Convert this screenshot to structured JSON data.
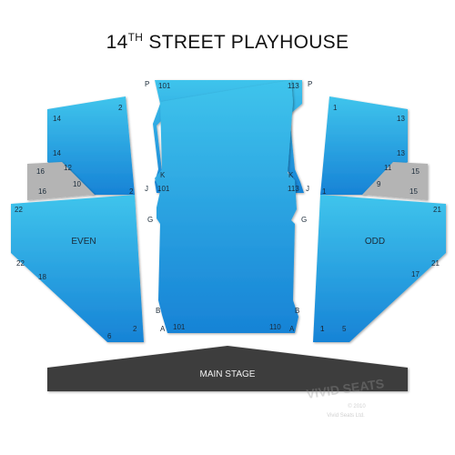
{
  "title": {
    "prefix": "14",
    "superscript": "TH",
    "suffix": " STREET PLAYHOUSE"
  },
  "colors": {
    "section_top": "#3fc4ec",
    "section_bottom": "#1783d6",
    "boxes": "#b4b4b4",
    "stage": "#3e3e3e",
    "text": "#222222"
  },
  "sections": {
    "even": {
      "label": "EVEN",
      "row_labels": [
        "14",
        "2",
        "14",
        "12",
        "16",
        "10",
        "16",
        "22",
        "2",
        "22",
        "18",
        "6",
        "2"
      ]
    },
    "center": {
      "row_labels": [
        "P",
        "101",
        "113",
        "P",
        "K",
        "K",
        "J",
        "101",
        "113",
        "J",
        "G",
        "G",
        "B",
        "B",
        "A",
        "101",
        "110",
        "A"
      ]
    },
    "odd": {
      "label": "ODD",
      "row_labels": [
        "1",
        "13",
        "13",
        "11",
        "15",
        "9",
        "15",
        "1",
        "21",
        "1",
        "21",
        "17",
        "1",
        "5"
      ]
    }
  },
  "stage": {
    "label": "MAIN STAGE"
  },
  "watermark": {
    "brand": "VIVID SEATS",
    "copyright": "© 2010",
    "owner": "Vivid Seats Ltd."
  }
}
